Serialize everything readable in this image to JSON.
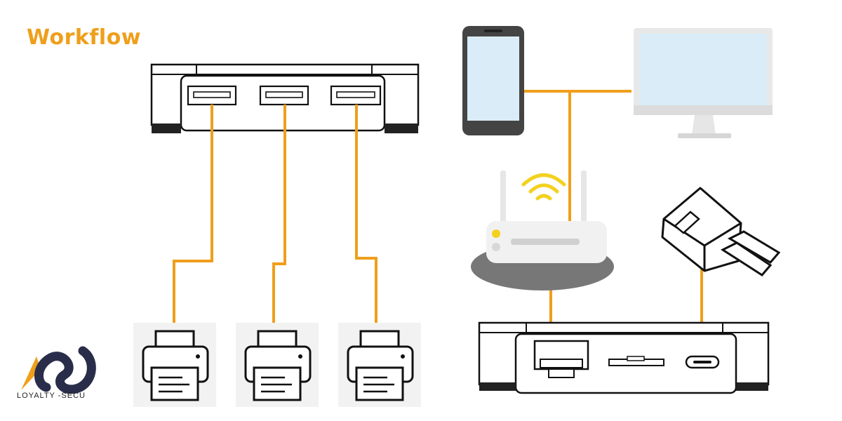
{
  "title": "Workflow",
  "logo": {
    "text": "LOYALTY -SECU"
  },
  "colors": {
    "accent": "#ef9f1b",
    "device_outline": "#111111",
    "screen_fill": "#d9ecf7",
    "phone_body": "#444444",
    "monitor_frame": "#e8e8e8",
    "router_base": "#777777",
    "wifi_signal": "#f3d11e"
  },
  "devices": [
    {
      "name": "usb-hub",
      "ports": 3
    },
    {
      "name": "printer"
    },
    {
      "name": "printer"
    },
    {
      "name": "printer"
    },
    {
      "name": "smartphone"
    },
    {
      "name": "desktop-monitor"
    },
    {
      "name": "wireless-router"
    },
    {
      "name": "power-adapter"
    },
    {
      "name": "print-server-box"
    }
  ]
}
